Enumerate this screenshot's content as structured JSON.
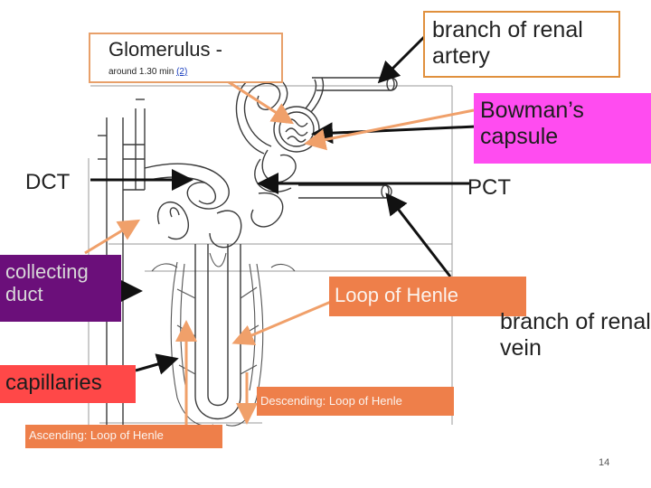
{
  "labels": {
    "glomerulus_title": "Glomerulus -",
    "glomerulus_sub_text": "around 1.30 min ",
    "glomerulus_sub_link": "(2)",
    "branch_artery": "branch of renal artery",
    "bowman": "Bowman’s capsule",
    "dct": "DCT",
    "pct": "PCT",
    "collecting_duct": "collecting duct",
    "loop_henle": "Loop of Henle",
    "branch_vein": "branch of renal vein",
    "capillaries": "capillaries",
    "descending": "Descending: Loop of Henle",
    "ascending": "Ascending: Loop of Henle"
  },
  "page_number": "14",
  "colors": {
    "orange_border": "#e0903d",
    "bowman_fill": "#ff4cf0",
    "collecting_fill": "#6b0f7a",
    "henle_fill": "#ee7f4a",
    "capillaries_fill": "#ff4848",
    "pointer_orange": "#f0a06a",
    "pointer_black": "#111111"
  }
}
